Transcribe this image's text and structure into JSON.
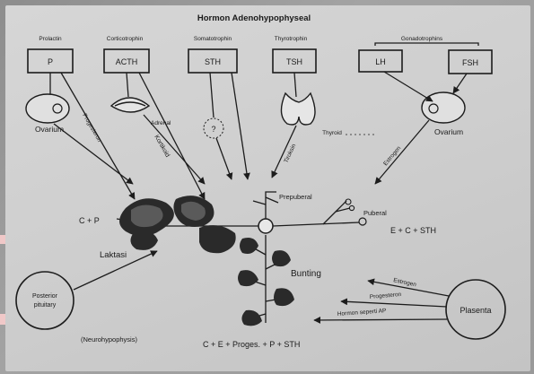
{
  "title": "Hormon Adenohypophyseal",
  "hormone_groups": [
    {
      "group": "Prolactin",
      "box": "P"
    },
    {
      "group": "Corticotrophin",
      "box": "ACTH"
    },
    {
      "group": "Somatotrophin",
      "box": "STH"
    },
    {
      "group": "Thyrotrophin",
      "box": "TSH"
    },
    {
      "group": "Gonadotrophins",
      "boxes": [
        "LH",
        "FSH"
      ]
    }
  ],
  "organs": {
    "ovarium_left": "Ovarium",
    "adrenal": "Adrenal",
    "unknown": "?",
    "thyroid": "Thyroid",
    "ovarium_right": "Ovarium"
  },
  "arrow_labels": {
    "progesteron_top": "Progesteron",
    "kortikoid": "Kortikoid",
    "tiroksin": "Tiroksin",
    "estrogen_top": "Estrogen"
  },
  "stages": {
    "prepuberal": "Prepuberal",
    "puberal": "Puberal",
    "puberal_formula": "E + C + STH",
    "lactation_formula": "C + P",
    "laktasi": "Laktasi",
    "bunting": "Bunting",
    "pregnancy_formula": "C + E + Proges. + P + STH"
  },
  "posterior": {
    "line1": "Posterior",
    "line2": "pituitary",
    "caption": "(Neurohypophysis)"
  },
  "plasenta": {
    "label": "Plasenta",
    "arrows": [
      "Estrogen",
      "Progesteron",
      "Hormon seperti AP"
    ]
  },
  "colors": {
    "ink": "#1c1c1c",
    "paper": "#d0d0d0",
    "background_photo": "#9a9a9a"
  }
}
